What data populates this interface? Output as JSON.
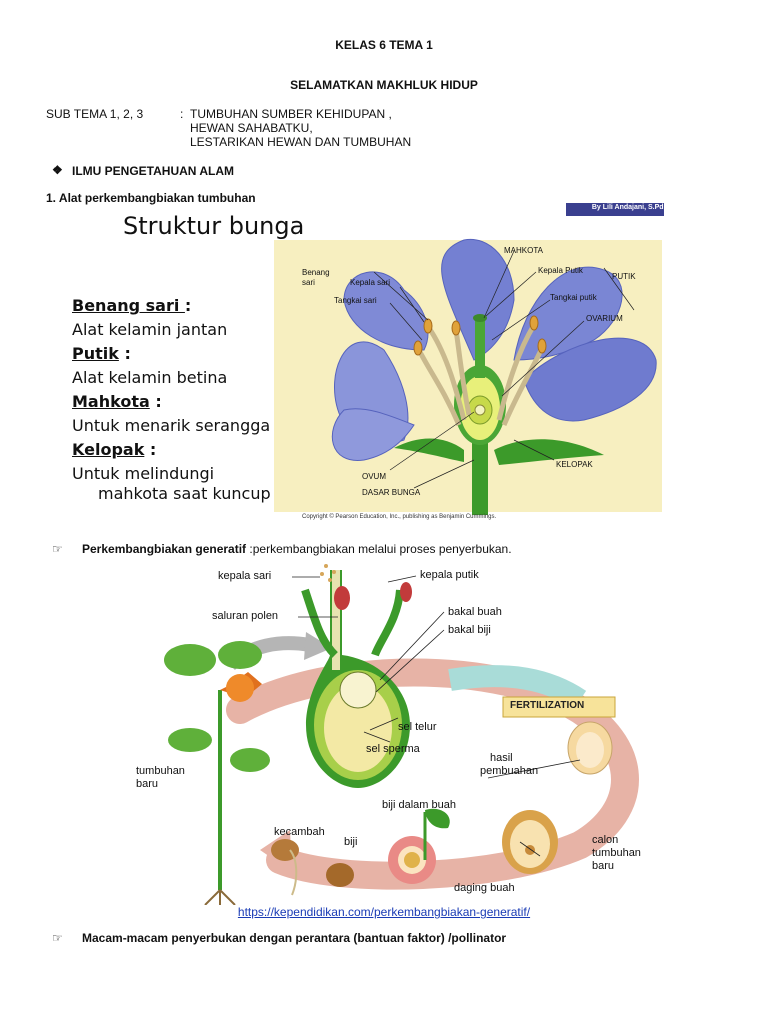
{
  "header": {
    "kelas": "KELAS 6 TEMA 1",
    "title": "SELAMATKAN MAKHLUK HIDUP",
    "subtema_label": "SUB TEMA 1, 2, 3",
    "subtema_sep": ":",
    "subtema_lines": [
      "TUMBUHAN SUMBER KEHIDUPAN ,",
      "HEWAN SAHABATKU,",
      "LESTARIKAN HEWAN DAN TUMBUHAN"
    ]
  },
  "section": {
    "bullet": "❖",
    "heading": "ILMU PENGETAHUAN ALAM",
    "subheading": "1. Alat perkembangbiakan tumbuhan"
  },
  "figure1": {
    "credit_badge": "By Lili Andajani, S.Pd, M.Pd",
    "title": "Struktur bunga",
    "definitions": [
      {
        "term": "Benang sari ",
        "colon": ":",
        "desc": "Alat kelamin jantan"
      },
      {
        "term": "Putik",
        "colon": " :",
        "desc": "Alat kelamin betina"
      },
      {
        "term": "Mahkota",
        "colon": " :",
        "desc": "Untuk menarik serangga"
      },
      {
        "term": "Kelopak",
        "colon": " :",
        "desc": "Untuk melindungi"
      }
    ],
    "desc_extra": "mahkota saat kuncup",
    "labels": {
      "benang_sari_1": "Benang",
      "benang_sari_2": "sari",
      "kepala_sari": "Kepala sari",
      "tangkai_sari": "Tangkai sari",
      "mahkota": "MAHKOTA",
      "kepala_putik": "Kepala Putik",
      "putik": "PUTIK",
      "tangkai_putik": "Tangkai putik",
      "ovarium": "OVARIUM",
      "kelopak": "KELOPAK",
      "ovum": "OVUM",
      "dasar_bunga": "DASAR BUNGA"
    },
    "copyright": "Copyright © Pearson Education, Inc., publishing as Benjamin Cummings.",
    "colors": {
      "bg": "#f7efc0",
      "petal": "#7a86d4",
      "petal_dark": "#4f5cb8",
      "stem": "#3c9a2a",
      "ovary": "#c7d94a"
    }
  },
  "generatif": {
    "bullet": "☞",
    "term": "Perkembangbiakan generatif",
    "desc": " :perkembangbiakan melalui proses penyerbukan."
  },
  "figure2": {
    "labels": {
      "kepala_sari": "kepala sari",
      "kepala_putik": "kepala putik",
      "saluran_polen": "saluran polen",
      "bakal_buah": "bakal buah",
      "bakal_biji": "bakal biji",
      "fertilization": "FERTILIZATION",
      "sel_telur": "sel telur",
      "sel_sperma": "sel sperma",
      "hasil_1": "hasil",
      "hasil_2": "pembuahan",
      "tumbuhan_baru_1": "tumbuhan",
      "tumbuhan_baru_2": "baru",
      "kecambah": "kecambah",
      "biji": "biji",
      "biji_dalam_buah": "biji dalam buah",
      "calon_1": "calon",
      "calon_2": "tumbuhan",
      "calon_3": "baru",
      "daging_buah": "daging buah"
    }
  },
  "source_link": "https://kependidikan.com/perkembangbiakan-generatif/",
  "footer": {
    "bullet": "☞",
    "text": "Macam-macam penyerbukan dengan perantara (bantuan faktor) /pollinator"
  }
}
